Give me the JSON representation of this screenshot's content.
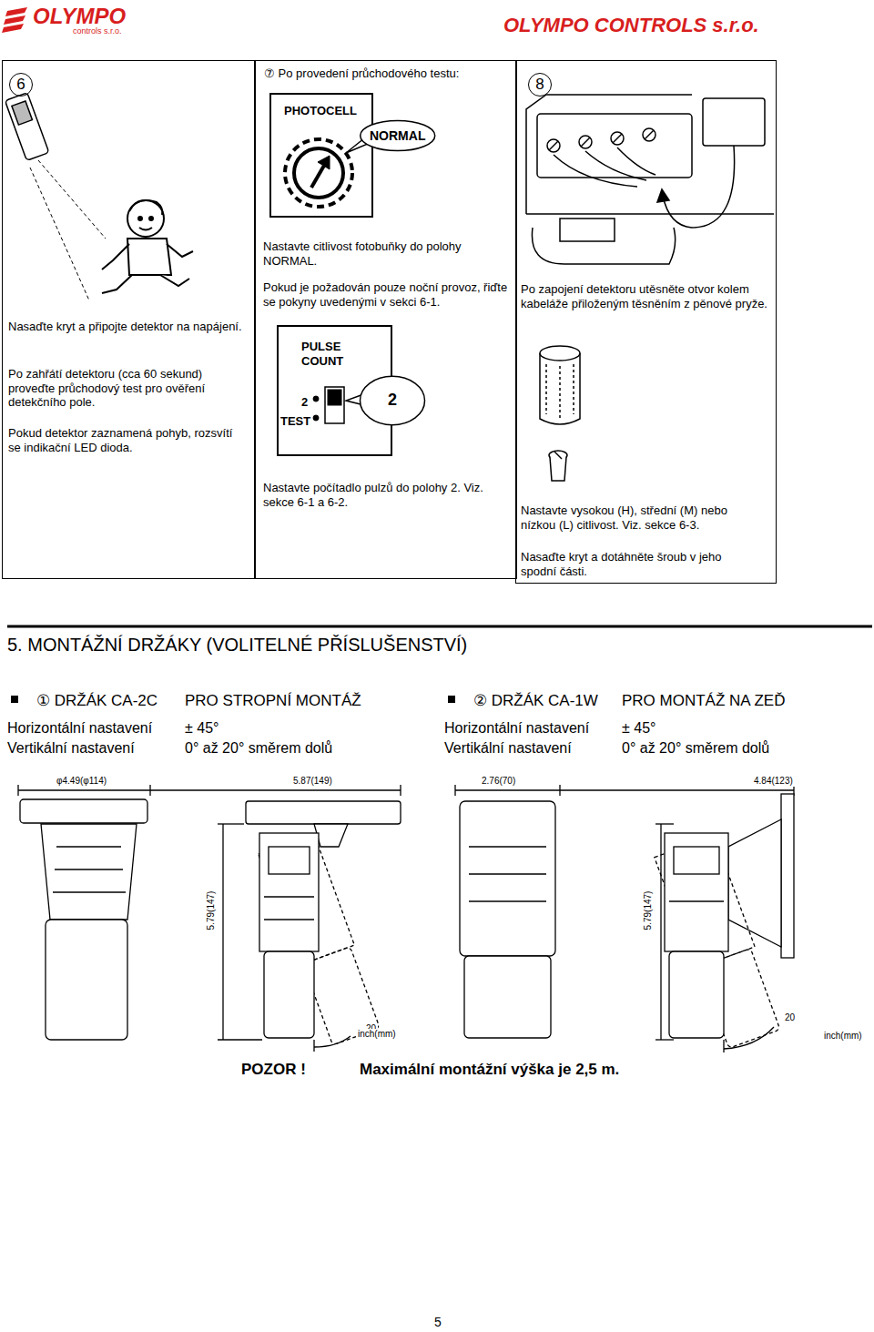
{
  "diagram": {
    "title": "5. MONTÁŽNÍ DRŽÁKY (VOLITELNÉ PŘÍSLUŠENSTVÍ)",
    "nodes": [
      {
        "text": [
          "Nasaďte kryt a připojte detektor na napájení.",
          "Po zahřátí detektoru (cca 60 sekund) proveďte průchodový test pro ověření detekčního pole.",
          "Pokud detektor zaznamená pohyb, rozsvítí se indikační LED dioda."
        ]
      },
      {
        "text": [
          "6"
        ],
        "in": 0
      },
      {
        "text": [
          "⑦ Po provedení průchodového testu:",
          "Nastavte citlivost fotobuňky do polohy NORMAL.",
          "Pokud je požadován pouze noční provoz, řiďte se pokyny uvedenými v sekci 6-1.",
          "Nastavte počítadlo pulzů do polohy 2. Viz. sekce 6-1 a 6-2."
        ]
      },
      {
        "text": [
          "PHOTOCELL"
        ],
        "in": 2
      },
      {
        "text": [
          "NORMAL"
        ],
        "in": 2
      },
      {
        "text": [
          "PULSE COUNT",
          "2",
          "TEST"
        ],
        "in": 2
      },
      {
        "text": [
          "2"
        ],
        "in": 2
      },
      {
        "text": [
          "Po zapojení detektoru utěsněte otvor kolem kabeláže přiloženým těsněním z pěnové pryže.",
          "Nastavte vysokou (H), střední (M) nebo nízkou (L) citlivost. Viz. sekce 6-3.",
          "Nasaďte kryt a dotáhněte šroub v jeho spodní části."
        ]
      },
      {
        "text": [
          "8"
        ],
        "in": 7
      }
    ],
    "labels": [
      "OLYMPO",
      "controls s.r.o.",
      "OLYMPO CONTROLS s.r.o.",
      "① DRŽÁK CA-2C",
      "PRO STROPNÍ MONTÁŽ",
      "Horizontální nastavení",
      "± 45°",
      "Vertikální nastavení",
      "0° až 20° směrem dolů",
      "② DRŽÁK CA-1W",
      "PRO MONTÁŽ NA ZEĎ",
      "Horizontální nastavení",
      "± 45°",
      "Vertikální nastavení",
      "0° až 20° směrem dolů",
      "φ4.49(φ114)",
      "5.87(149)",
      "5.79(147)",
      "20",
      "inch(mm)",
      "2.76(70)",
      "4.84(123)",
      "5.79(147)",
      "20",
      "inch(mm)",
      "POZOR !",
      "Maximální montážní výška je 2,5 m.",
      "5"
    ]
  }
}
